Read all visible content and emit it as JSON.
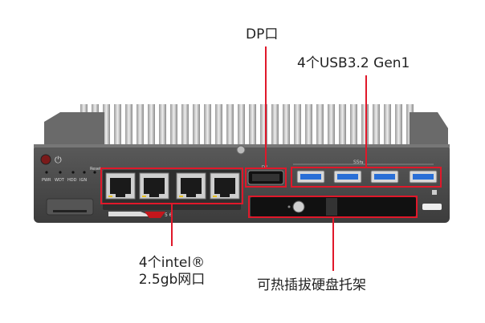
{
  "labels": {
    "dp": "DP口",
    "usb": "4个USB3.2 Gen1",
    "lan_line1": "4个intel®",
    "lan_line2": "2.5gb网口",
    "hdd": "可热插拔硬盘托架"
  },
  "panel": {
    "led_labels": [
      "PWR",
      "WDT",
      "HDD",
      "IGN"
    ],
    "reset_label": "Reset",
    "dp_port_label": "DP",
    "usb_group_label": "SS⇆",
    "lan_number_label": "5 6"
  },
  "colors": {
    "callout": "#e0182a",
    "usb_blue": "#2a6fd6",
    "chassis": "#4a4a4a"
  }
}
